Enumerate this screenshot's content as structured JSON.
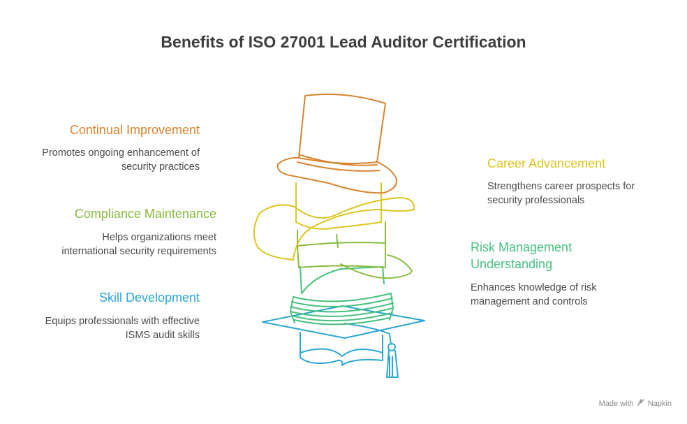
{
  "title": "Benefits of ISO 27001 Lead Auditor Certification",
  "items": [
    {
      "label": "Continual Improvement",
      "description": "Promotes ongoing enhancement of\nsecurity practices",
      "color": "#d8842f",
      "icon": "top-hat-icon"
    },
    {
      "label": "Compliance Maintenance",
      "description": "Helps organizations meet\ninternational security requirements",
      "color": "#89bb3f",
      "icon": "wide-brim-hat-icon"
    },
    {
      "label": "Skill Development",
      "description": "Equips professionals with effective\nISMS audit skills",
      "color": "#2aa6d4",
      "icon": "graduation-cap-icon"
    },
    {
      "label": "Career Advancement",
      "description": "Strengthens career prospects for\nsecurity professionals",
      "color": "#dcc51e",
      "icon": "cowboy-hat-icon"
    },
    {
      "label": "Risk Management\nUnderstanding",
      "description": "Enhances knowledge of risk\nmanagement and controls",
      "color": "#47c17e",
      "icon": "bucket-hat-icon"
    }
  ],
  "footer": {
    "made_with": "Made with",
    "brand": "Napkin",
    "icon": "napkin-logo-icon"
  }
}
